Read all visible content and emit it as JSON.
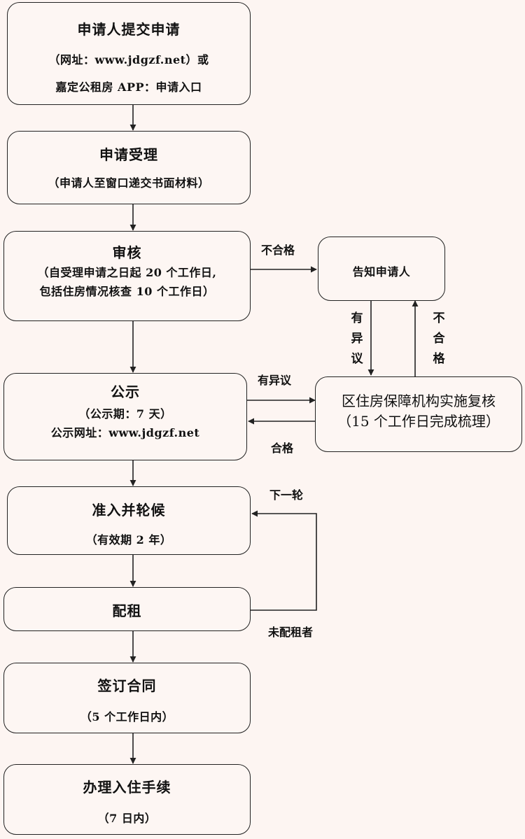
{
  "boxes": {
    "submit": {
      "title": "申请人提交申请",
      "line2": "（网址：www.jdgzf.net）或",
      "line3": "嘉定公租房 APP：申请入口"
    },
    "accept": {
      "title": "申请受理",
      "line2": "（申请人至窗口递交书面材料）"
    },
    "review": {
      "title": "审核",
      "line2": "（自受理申请之日起 20 个工作日,",
      "line3": "包括住房情况核查 10 个工作日）"
    },
    "notify": {
      "title": "告知申请人"
    },
    "publicity": {
      "title": "公示",
      "line2": "（公示期：7 天）",
      "line3": "公示网址：www.jdgzf.net"
    },
    "recheck": {
      "title": "区住房保障机构实施复核",
      "line2": "（15 个工作日完成梳理）"
    },
    "queue": {
      "title": "准入并轮候",
      "line2": "（有效期 2 年）"
    },
    "allocate": {
      "title": "配租"
    },
    "contract": {
      "title": "签订合同",
      "line2": "（5 个工作日内）"
    },
    "checkin": {
      "title": "办理入住手续",
      "line2": "（7 日内）"
    }
  },
  "labels": {
    "unqualified": "不合格",
    "objection_h": "有异议",
    "qualified": "合格",
    "objection_v": [
      "有",
      "异",
      "议"
    ],
    "unqualified_v": [
      "不",
      "合",
      "格"
    ],
    "next_round": "下一轮",
    "not_allocated": "未配租者"
  },
  "colors": {
    "background": "#fdf5f2",
    "line": "#222222"
  }
}
